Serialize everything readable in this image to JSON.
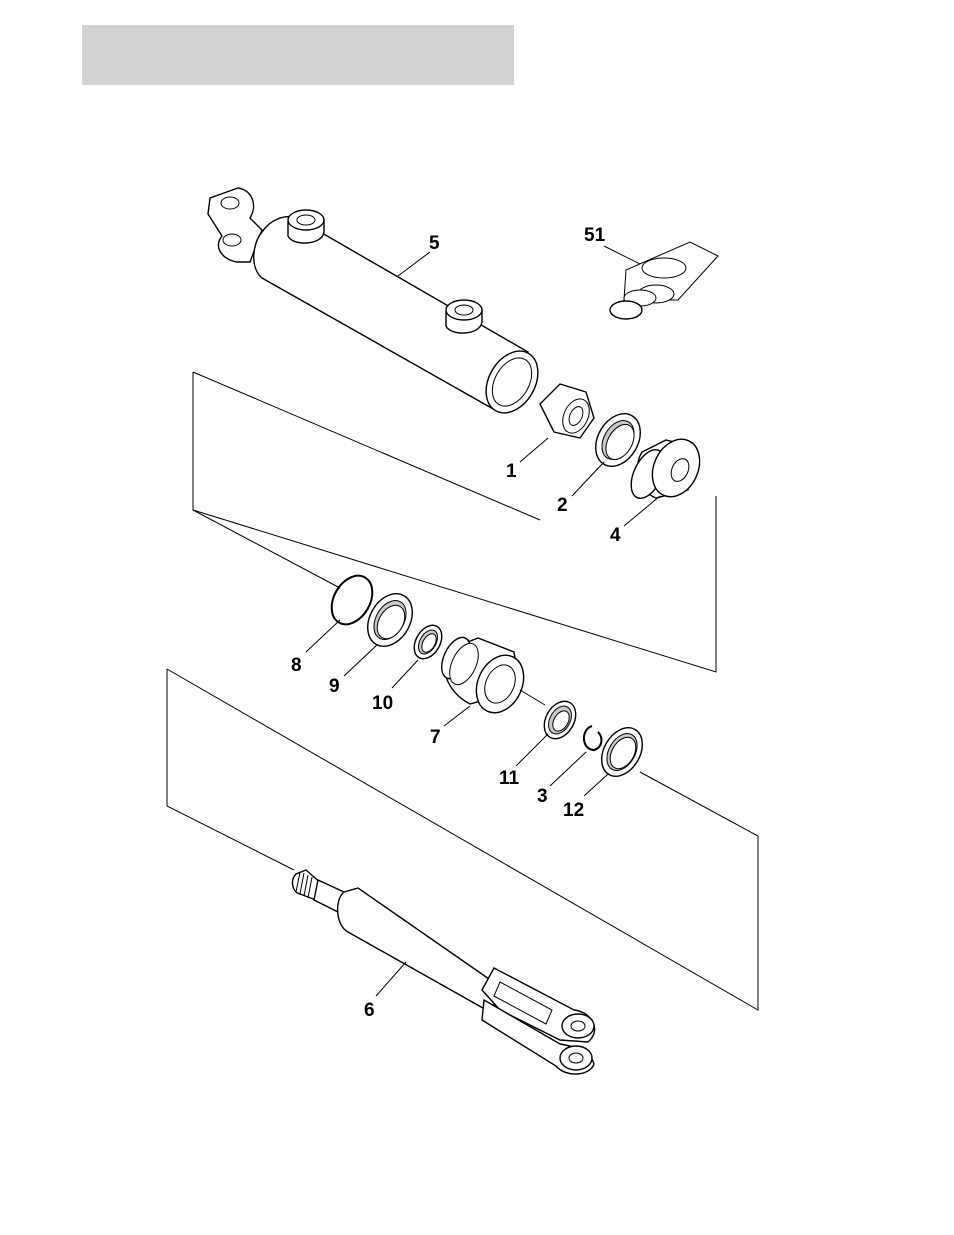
{
  "header_bar": {
    "color": "#d2d2d2"
  },
  "callouts": {
    "n1": "1",
    "n2": "2",
    "n3": "3",
    "n4": "4",
    "n5": "5",
    "n6": "6",
    "n7": "7",
    "n8": "8",
    "n9": "9",
    "n10": "10",
    "n11": "11",
    "n12": "12",
    "n51": "51"
  }
}
